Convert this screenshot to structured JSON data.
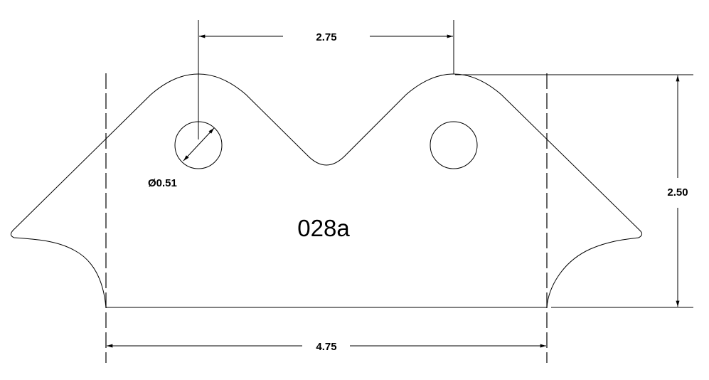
{
  "drawing": {
    "part_label": "028a",
    "dimensions": {
      "hole_spacing": "2.75",
      "hole_diameter": "Ø0.51",
      "height": "2.50",
      "width": "4.75"
    },
    "line_color": "#000000",
    "background": "#ffffff"
  }
}
